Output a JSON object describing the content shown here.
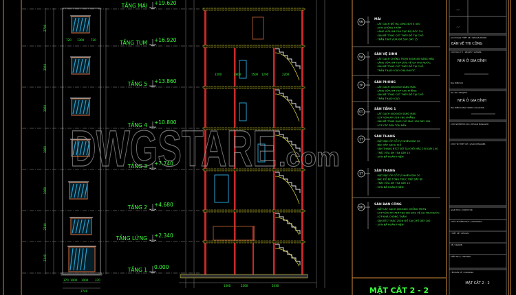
{
  "drawing_title": "MẶT CẮT 2 - 2",
  "watermark": "DWGSTARE.com",
  "levels": [
    {
      "name": "TẦNG MÁI",
      "elevation": "+19.620"
    },
    {
      "name": "TẦNG TUM",
      "elevation": "+16.920"
    },
    {
      "name": "TẦNG 5",
      "elevation": "+13.860"
    },
    {
      "name": "TẦNG 4",
      "elevation": "+10.800"
    },
    {
      "name": "TẦNG 3",
      "elevation": "+7.740"
    },
    {
      "name": "TẦNG 2",
      "elevation": "+4.680"
    },
    {
      "name": "TẦNG LỬNG",
      "elevation": "+2.340"
    },
    {
      "name": "TẦNG 1",
      "elevation": "0.000"
    }
  ],
  "elevation_dims": {
    "floor_heights": [
      "2700",
      "3060",
      "3060",
      "3060",
      "3060",
      "2340",
      "2340"
    ],
    "window_widths": [
      "720",
      "1300",
      "720"
    ],
    "bottom_widths": [
      "370",
      "1000",
      "1000",
      "370"
    ],
    "total_width": "2740"
  },
  "section_dims": [
    "2200",
    "2800",
    "1500",
    "1200",
    "2200",
    "1300",
    "2200",
    "2430"
  ],
  "notes": [
    {
      "code": "SM",
      "title": "MÁI",
      "lines": [
        "- LÁT GẠCH ĐỎ HẠ LONG 400 X 400",
        "- SƠN CHỐNG THẤM",
        "- LÁNG VỮA XM 75# TẠO ĐỘ DỐC 2%",
        "- SÀN BÊ TÔNG CỐT THÉP ĐỔ TẠI CHỖ",
        "- TRẦN TRÁT VỮA XM 50# DÀY 15"
      ]
    },
    {
      "code": "SW",
      "title": "SÀN VỆ SINH",
      "lines": [
        "- LÁT GẠCH CHỐNG TRƠN 300X300 SÁNG MÀU",
        "- LÁNG VỮA XM 75# DỐC VỀ GA THU NƯỚC",
        "- SÀN BÊ TÔNG CỐT THÉP ĐỔ TẠI CHỖ",
        "- TRẦN THẠCH CAO CHỊU NƯỚC"
      ]
    },
    {
      "code": "SP",
      "title": "SÀN PHÒNG",
      "lines": [
        "- LÁT GẠCH 400X400 SÁNG MÀU",
        "- LÁNG VỮA XM 75# TẠO PHẲNG",
        "- SÀN BÊ TÔNG CỐT THÉP ĐỔ TẠI CHỖ",
        "- TRẦN THẠCH CAO"
      ]
    },
    {
      "code": "ST1",
      "title": "SÀN TẦNG 1",
      "lines": [
        "- LÁT GẠCH 400X400 SÁNG MÀU",
        "- LỚP VỮA XM 75# TẠO PHẲNG",
        "- SÀN BÊ TÔNG GẠCH VỠ MÁC 100 DÀY 100",
        "- LỚP CÁT ĐEN TÔN NỀN"
      ]
    },
    {
      "code": "ST",
      "title": "SÀN THANG",
      "lines": [
        "- MẶT BẬC ỐP GỖ TỰ NHIÊN DÀY 20",
        "- BẬC XÂY GẠCH CHỈ",
        "- SÀN THANG BTCT ĐỔ TẠI CHỖ MÁC 250 DÀY 100",
        "- TRÁT VỮA XM 75# DÀY 15",
        "- SƠN BẢ HOÀN THIỆN"
      ]
    },
    {
      "code": "ST",
      "title": "SÀN THANG",
      "lines": [
        "- MẶT BẬC ỐP GỖ TỰ NHIÊN DÀY 20",
        "- BẬC ĐỔ BÊ TÔNG TRỰC TIẾP DÀY 80",
        "- TRÁT VỮA XM 75# DÀY 15",
        "- SƠN BẢ HOÀN THIỆN"
      ]
    },
    {
      "code": "SBC",
      "title": "SÀN BAN CÔNG",
      "lines": [
        "- MẶT LÁT GẠCH 400X400 CHỐNG TRƠN",
        "- LỚP VỮA XM 75# TẠO ĐỘ DỐC VỀ GA THU NƯỚC",
        "- LỚP KHÁ CHỐNG THẤM",
        "- SÀN BTCT MÁC 250# ĐỔ TẠI CHỖ DÀY 100",
        "- SƠN BẢ HOÀN THIỆN"
      ]
    }
  ],
  "title_block": {
    "date_marks": [
      "../../..",
      "../../.."
    ],
    "phase_label": "GIAI ĐOẠN THIẾT KẾ / DESIGN PHASE",
    "phase_value": "BẢN VẼ THI CÔNG",
    "owner_label": "CHỦ ĐẦU TƯ / PROJECT OWNER",
    "owner_value": "NHÀ Ở GIA ĐÌNH",
    "site_label": "ĐỊA ĐIỂM XD",
    "project_label": "DỰ ÁN / PROJECT",
    "project_value": "NHÀ Ở GIA ĐÌNH",
    "location_label": "ĐỊA ĐIỂM CÔNG TRÌNH / LOCATION",
    "manager_label": "CHỦ NHIỆM ĐỒ ÁN / DESIGN MANAGER",
    "lead_label": "CHỦ TRÌ THIẾT KẾ / LEAD DESIGNER",
    "rows": [
      "GIÁM ĐỐC / DIRECTOR",
      "CHỦ TRÌ KIẾN TRÚC / ARCHITECT",
      "THIẾT KẾ / DESIGN",
      "VẼ / DRAWN",
      "KIỂM TRA / CHECKED"
    ],
    "drawing_label": "TÊN BẢN VẼ / DRAWING",
    "drawing_value": "MẶT CẮT 2 - 2"
  },
  "colors": {
    "background": "#000000",
    "text": "#3cff3c",
    "border": "#d08a3a",
    "wall": "#c8282a",
    "slab": "#d8d040",
    "glass": "#2aa0d0"
  }
}
